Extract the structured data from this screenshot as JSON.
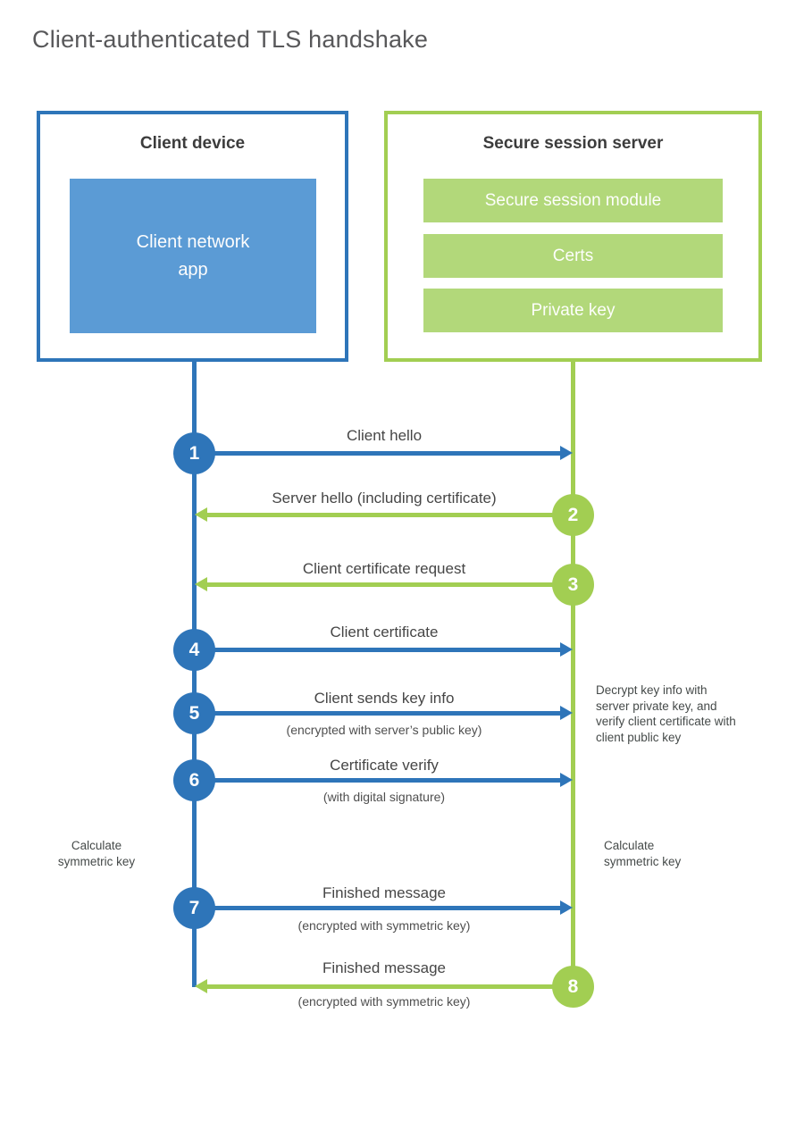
{
  "page": {
    "title": "Client-authenticated TLS handshake"
  },
  "client": {
    "title": "Client device",
    "app_label": "Client network app"
  },
  "server": {
    "title": "Secure session server",
    "modules": [
      "Secure session module",
      "Certs",
      "Private key"
    ]
  },
  "colors": {
    "blue": "#2e75b9",
    "blue_fill": "#5b9bd5",
    "green": "#a2ce52",
    "green_fill": "#b2d87a"
  },
  "messages": [
    {
      "step": "1",
      "label": "Client hello",
      "sublabel": "",
      "from": "client",
      "to": "server",
      "direction": "right",
      "color": "blue"
    },
    {
      "step": "2",
      "label": "Server hello (including certificate)",
      "sublabel": "",
      "from": "server",
      "to": "client",
      "direction": "left",
      "color": "green"
    },
    {
      "step": "3",
      "label": "Client certificate request",
      "sublabel": "",
      "from": "server",
      "to": "client",
      "direction": "left",
      "color": "green"
    },
    {
      "step": "4",
      "label": "Client certificate",
      "sublabel": "",
      "from": "client",
      "to": "server",
      "direction": "right",
      "color": "blue"
    },
    {
      "step": "5",
      "label": "Client sends key info",
      "sublabel": "(encrypted with server’s public key)",
      "from": "client",
      "to": "server",
      "direction": "right",
      "color": "blue"
    },
    {
      "step": "6",
      "label": "Certificate verify",
      "sublabel": "(with digital signature)",
      "from": "client",
      "to": "server",
      "direction": "right",
      "color": "blue"
    },
    {
      "step": "7",
      "label": "Finished message",
      "sublabel": "(encrypted with symmetric key)",
      "from": "client",
      "to": "server",
      "direction": "right",
      "color": "blue"
    },
    {
      "step": "8",
      "label": "Finished message",
      "sublabel": "(encrypted with symmetric key)",
      "from": "server",
      "to": "client",
      "direction": "left",
      "color": "green"
    }
  ],
  "annotations": {
    "decrypt_note": "Decrypt key info with server private key, and verify client certificate with client public key",
    "calculate_left": "Calculate symmetric key",
    "calculate_right": "Calculate symmetric key"
  }
}
